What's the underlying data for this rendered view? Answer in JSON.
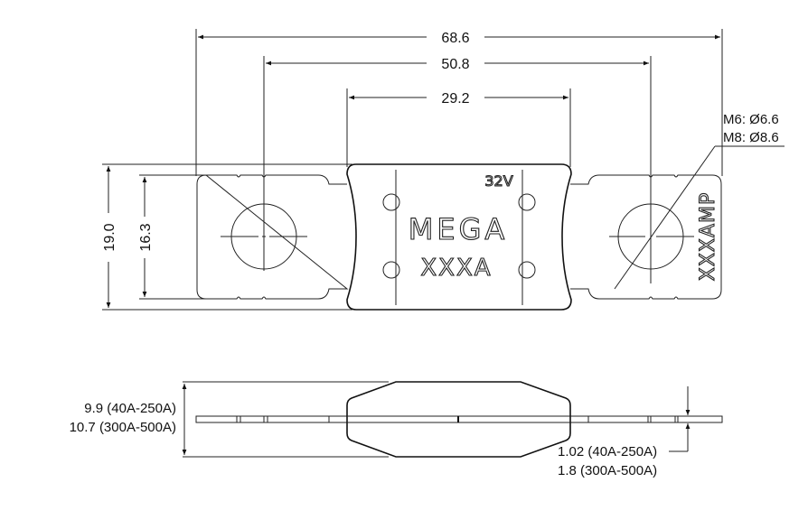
{
  "drawing": {
    "subject": "MEGA fuse",
    "top_view": {
      "dimensions": {
        "overall_length": "68.6",
        "hole_center_distance": "50.8",
        "body_length": "29.2",
        "overall_height": "19.0",
        "terminal_height": "16.3"
      },
      "hole_callout": {
        "line1": "M6: Ø6.6",
        "line2": "M8: Ø8.6"
      },
      "body_marking": {
        "voltage": "32V",
        "brand": "MEGA",
        "rating": "XXXA"
      },
      "terminal_marking": "XXXAMP"
    },
    "side_view": {
      "body_thickness": {
        "line1": "9.9 (40A-250A)",
        "line2": "10.7 (300A-500A)"
      },
      "terminal_thickness": {
        "line1": "1.02 (40A-250A)",
        "line2": "1.8 (300A-500A)"
      }
    }
  },
  "colors": {
    "line": "#222222",
    "background": "#ffffff"
  }
}
